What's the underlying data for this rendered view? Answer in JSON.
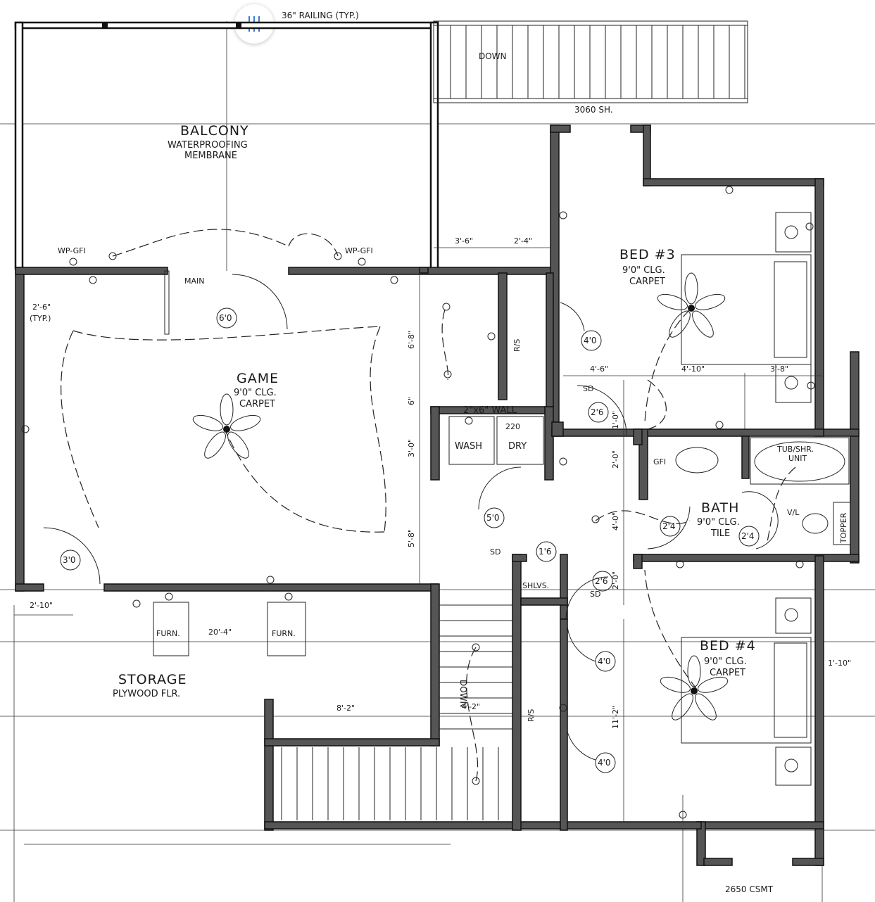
{
  "railing_note": "36\" RAILING (TYP.)",
  "stair_top_label": "DOWN",
  "stair_bottom_label": "DOWN",
  "window_top_label": "3060 SH.",
  "window_bottom_label": "2650 CSMT",
  "rooms": {
    "balcony": {
      "name": "BALCONY",
      "line1": "WATERPROOFING",
      "line2": "MEMBRANE"
    },
    "game": {
      "name": "GAME",
      "line1": "9'0\" CLG.",
      "line2": "CARPET"
    },
    "bed3": {
      "name": "BED #3",
      "line1": "9'0\" CLG.",
      "line2": "CARPET"
    },
    "bed4": {
      "name": "BED #4",
      "line1": "9'0\" CLG.",
      "line2": "CARPET"
    },
    "bath": {
      "name": "BATH",
      "line1": "9'0\" CLG.",
      "line2": "TILE"
    },
    "storage": {
      "name": "STORAGE",
      "line1": "PLYWOOD FLR."
    }
  },
  "fixtures": {
    "main": "MAIN",
    "wp_gfi_left": "WP-GFI",
    "wp_gfi_right": "WP-GFI",
    "wall_note": "2\"x6\" WALL",
    "wash": "WASH",
    "dry": "DRY",
    "dry_volt": "220",
    "rs_top": "R/S",
    "rs_bottom": "R/S",
    "shelves": "SHLVS.",
    "furn_left": "FURN.",
    "furn_right": "FURN.",
    "tub": "TUB/SHR.",
    "tub_unit": "UNIT",
    "gfi": "GFI",
    "topper": "TOPPER",
    "vl": "V/L",
    "sd1": "SD",
    "sd2": "SD",
    "sd3": "SD"
  },
  "doors": {
    "d_main": "6'0",
    "d_game": "3'0",
    "d_laundry": "5'0",
    "d_closet3": "4'0",
    "d_bed3": "2'6",
    "d_hall": "1'6",
    "d_bed4": "2'6",
    "d_bath1": "2'4",
    "d_bath2": "2'4",
    "d_closet4a": "4'0",
    "d_closet4b": "4'0"
  },
  "dimensions": {
    "d1": "2'-6\"",
    "d1b": "(TYP.)",
    "d2": "3'-6\"",
    "d3": "2'-4\"",
    "d4": "6'-8\"",
    "d5": "6\"",
    "d6": "3'-0\"",
    "d7": "5'-8\"",
    "d8": "4'-6\"",
    "d9": "4'-10\"",
    "d10": "3'-8\"",
    "d11": "1'-0\"",
    "d12": "2'-0\"",
    "d13": "4'-0\"",
    "d14": "2'-0\"",
    "d15": "2'-10\"",
    "d16": "20'-4\"",
    "d17": "8'-2\"",
    "d18": "4'-2\"",
    "d19": "11'-2\"",
    "d20": "1'-10\""
  }
}
